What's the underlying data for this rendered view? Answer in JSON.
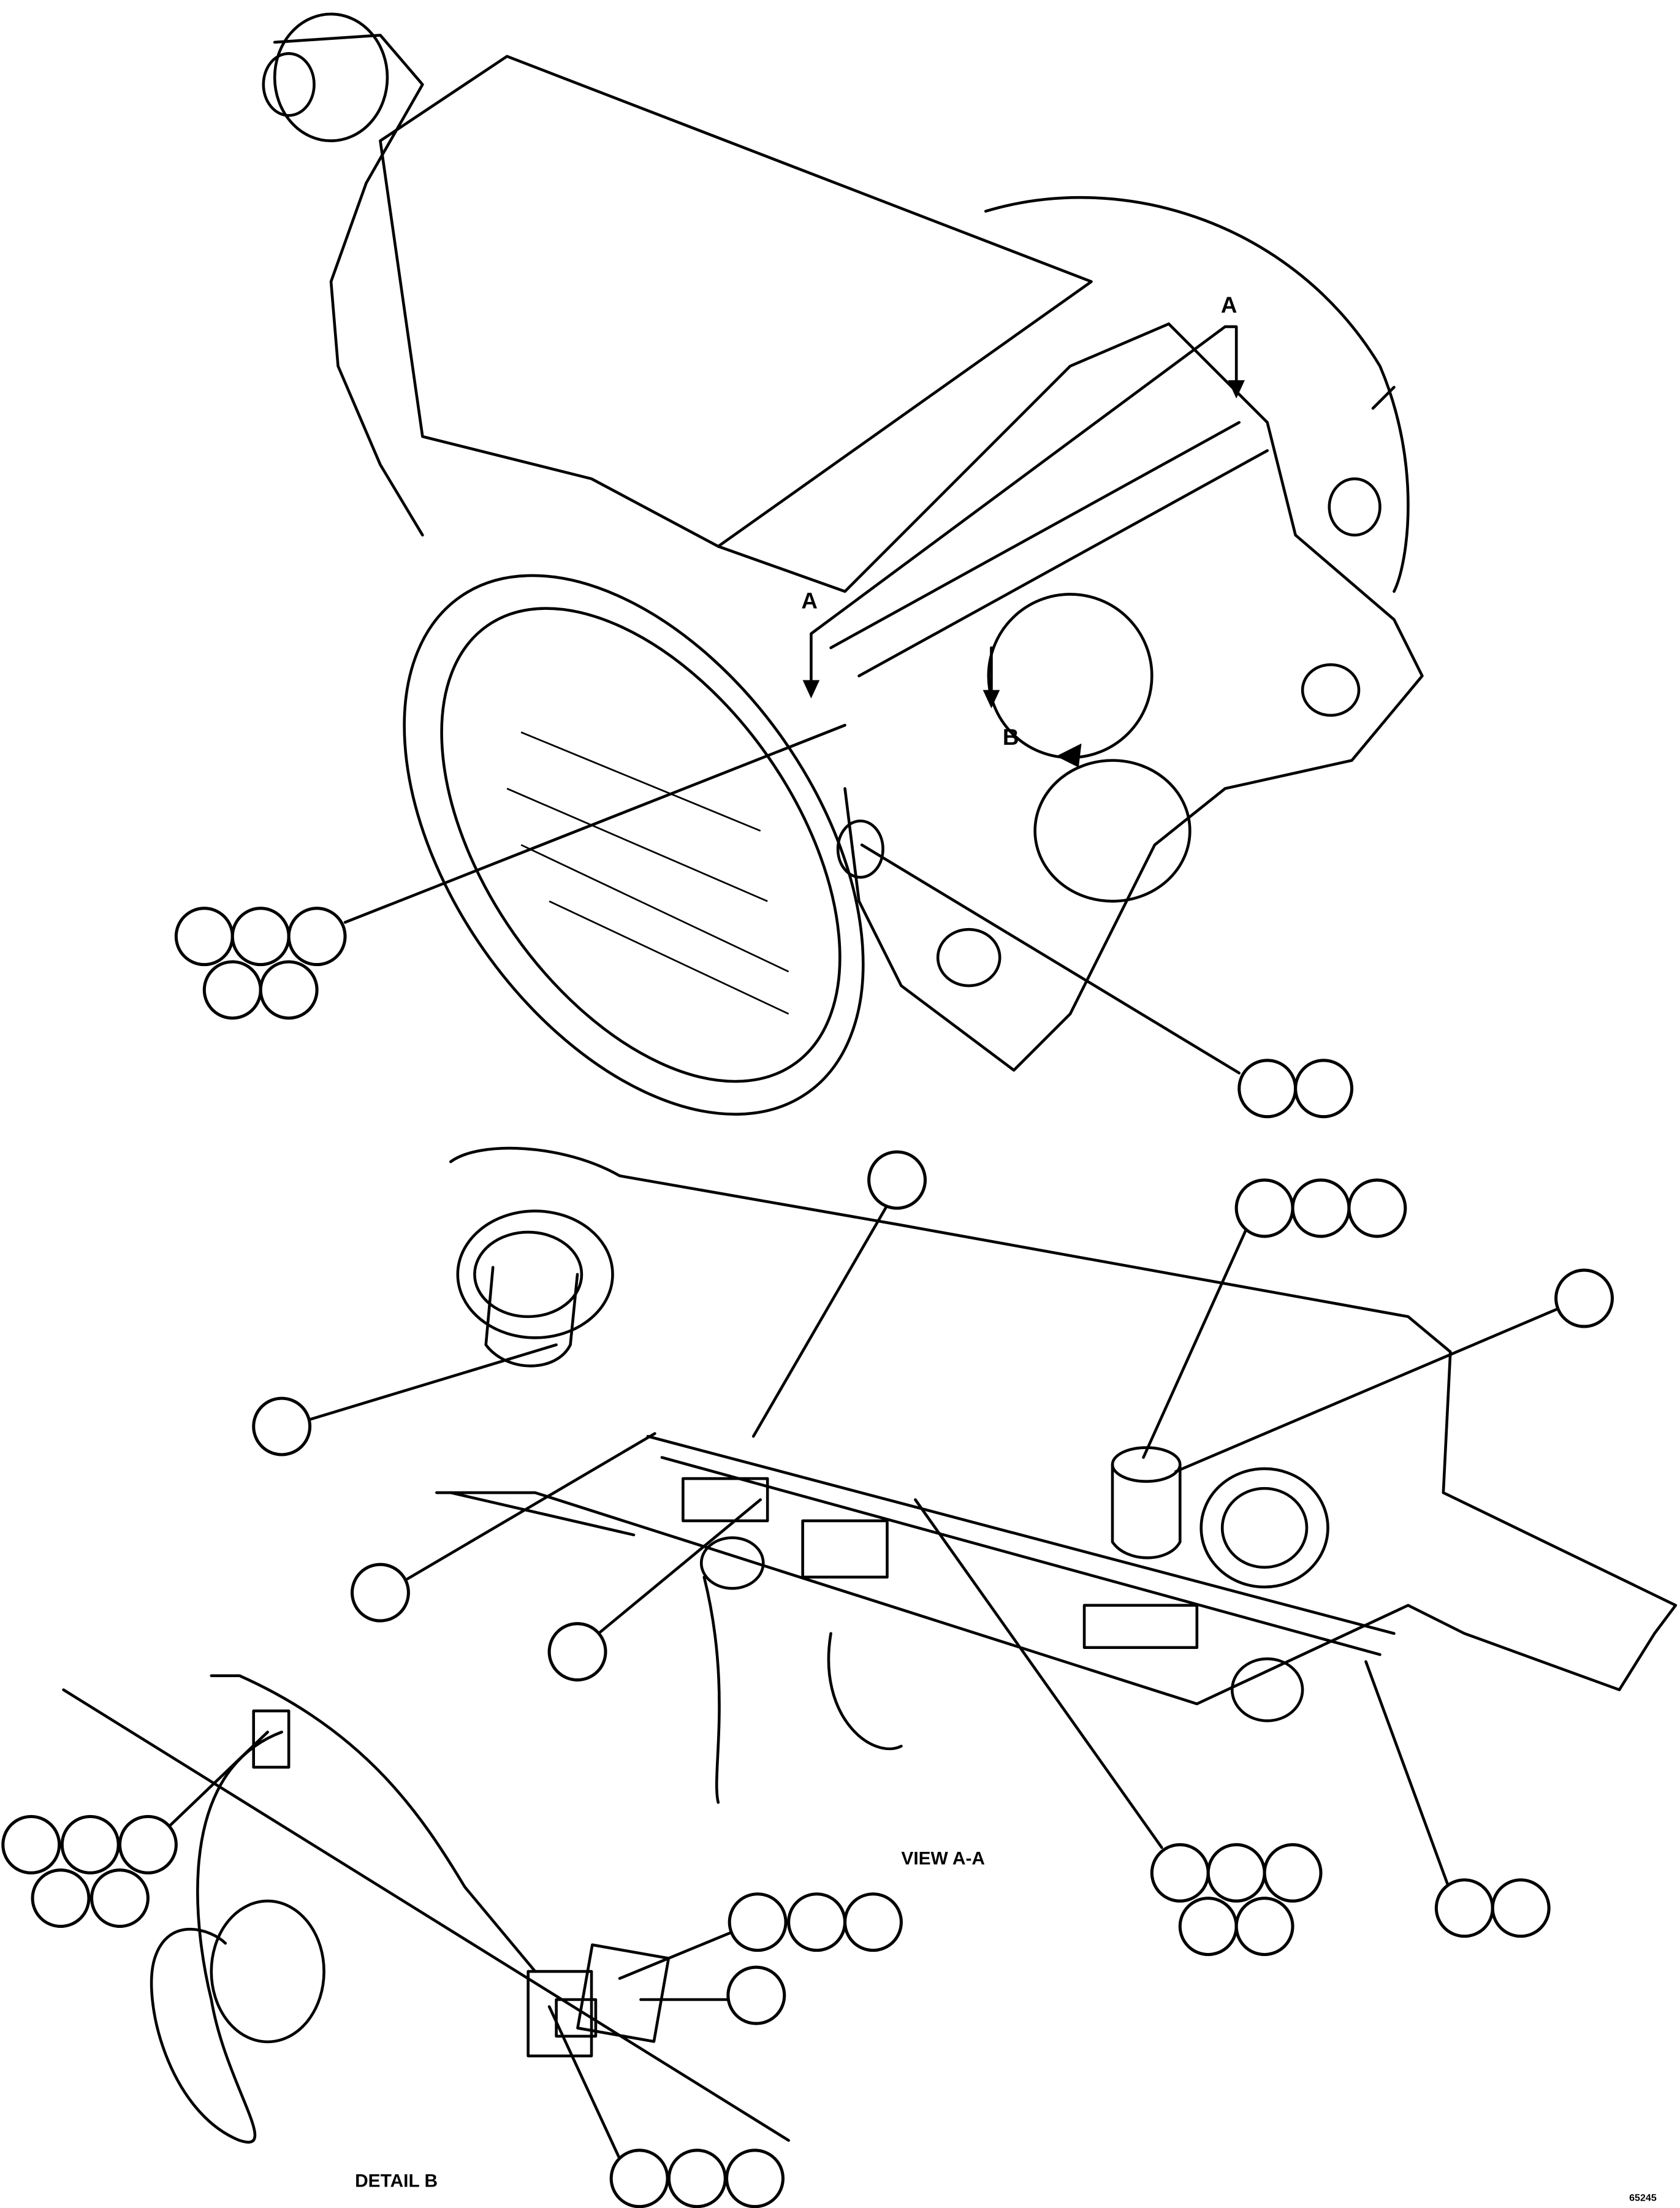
{
  "section_labels": {
    "view_arrow_top": "A",
    "view_arrow_left": "A",
    "detail_marker": "B",
    "view_caption": "VIEW A-A",
    "detail_caption": "DETAIL B",
    "drawing_number": "65245"
  },
  "callout_groups": [
    {
      "name": "callout-group-flange-hardware",
      "count": 5
    },
    {
      "name": "callout-group-cover-plate",
      "count": 2
    },
    {
      "name": "callout-group-harness-top",
      "count": 1
    },
    {
      "name": "callout-group-sensor-cap",
      "count": 3
    },
    {
      "name": "callout-group-right-bracket",
      "count": 1
    },
    {
      "name": "callout-group-left-clamp",
      "count": 1
    },
    {
      "name": "callout-group-left-connector",
      "count": 1
    },
    {
      "name": "callout-group-rail",
      "count": 1
    },
    {
      "name": "callout-group-center-clip",
      "count": 5
    },
    {
      "name": "callout-group-end-fastener",
      "count": 2
    },
    {
      "name": "callout-group-detail-bolt",
      "count": 5
    },
    {
      "name": "callout-group-detail-plate-screw",
      "count": 3
    },
    {
      "name": "callout-group-detail-plate",
      "count": 1
    },
    {
      "name": "callout-group-detail-connector",
      "count": 3
    }
  ]
}
